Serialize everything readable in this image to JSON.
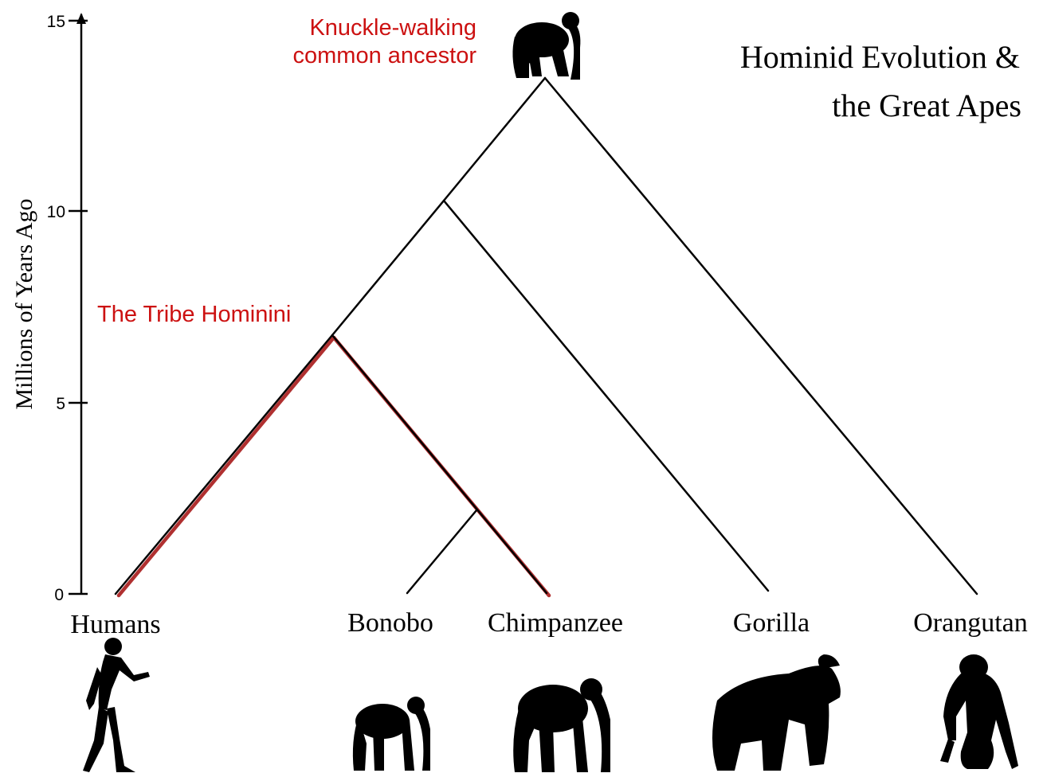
{
  "title": {
    "line1": "Hominid Evolution &",
    "line2": "the Great Apes"
  },
  "axis": {
    "label": "Millions of Years Ago",
    "ticks": [
      "15",
      "10",
      "5",
      "0"
    ]
  },
  "annotations": {
    "ancestor_line1": "Knuckle-walking",
    "ancestor_line2": "common ancestor",
    "tribe": "The Tribe Hominini"
  },
  "species": [
    "Humans",
    "Bonobo",
    "Chimpanzee",
    "Gorilla",
    "Orangutan"
  ],
  "colors": {
    "highlight": "#cc1111",
    "branch": "#000000",
    "hominini_branch": "#b03030"
  },
  "icons": [
    "ancestor-ape-silhouette-icon",
    "human-silhouette-icon",
    "bonobo-silhouette-icon",
    "chimpanzee-silhouette-icon",
    "gorilla-silhouette-icon",
    "orangutan-silhouette-icon"
  ]
}
